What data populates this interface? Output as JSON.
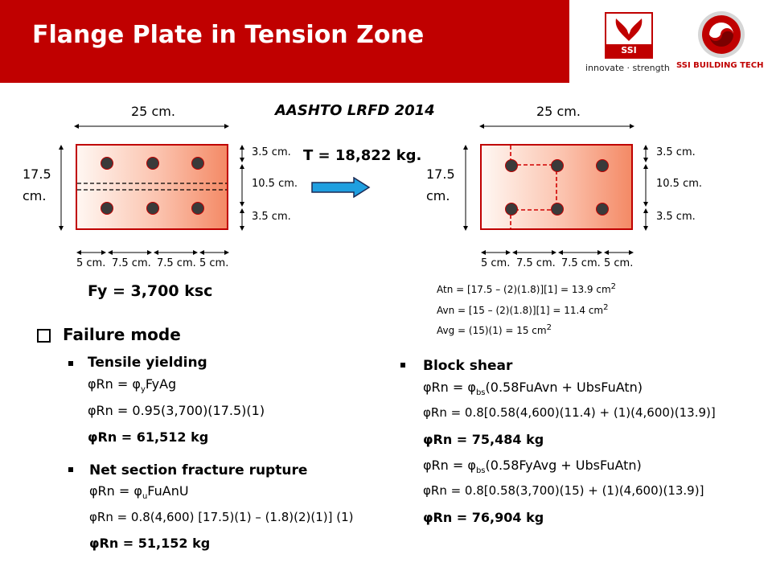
{
  "header": {
    "title": "Flange Plate in Tension Zone"
  },
  "logos": {
    "ssi_text": "SSI",
    "tagline": "innovate · strength",
    "buildingtech": "SSI BUILDING TECH"
  },
  "code": "AASHTO LRFD 2014",
  "load": "T = 18,822 kg.",
  "fy": "Fy = 3,700 ksc",
  "dims": {
    "width": "25 cm.",
    "height_line1": "17.5",
    "height_line2": "cm.",
    "edge_top": "3.5 cm.",
    "mid": "10.5 cm.",
    "edge_bottom": "3.5 cm.",
    "h_spacing": [
      "5 cm.",
      "7.5 cm.",
      "7.5 cm.",
      "5 cm."
    ]
  },
  "areas": {
    "atn": "Atn = [17.5 – (2)(1.8)][1] = 13.9 cm",
    "avn": "Avn = [15 – (2)(1.8)][1] = 11.4 cm",
    "avg": "Avg = (15)(1) = 15 cm",
    "exp": "2"
  },
  "failure_mode": "Failure mode",
  "tensile": {
    "heading": "Tensile yielding",
    "f1_a": "φRn = φ",
    "f1_sub": "y",
    "f1_b": "FyAg",
    "f2": "φRn = 0.95(3,700)(17.5)(1)",
    "result": "φRn = 61,512 kg"
  },
  "net": {
    "heading": "Net section fracture rupture",
    "f1_a": "φRn = φ",
    "f1_sub": "u",
    "f1_b": "FuAnU",
    "f2": "φRn = 0.8(4,600) [17.5)(1) – (1.8)(2)(1)] (1)",
    "result": "φRn = 51,152 kg"
  },
  "block": {
    "heading": "Block shear",
    "f1_a": "φRn = φ",
    "f1_sub": "bs",
    "f1_b": "(0.58FuAvn + UbsFuAtn)",
    "f2": "φRn = 0.8[0.58(4,600)(11.4) + (1)(4,600)(13.9)]",
    "r1": "φRn = 75,484 kg",
    "f3_a": "φRn = φ",
    "f3_sub": "bs",
    "f3_b": "(0.58FyAvg + UbsFuAtn)",
    "f4": "φRn = 0.8[0.58(3,700)(15) + (1)(4,600)(13.9)]",
    "r2": "φRn = 76,904 kg"
  },
  "colors": {
    "brand_red": "#c00000",
    "arrow_blue": "#1f9fe0"
  }
}
